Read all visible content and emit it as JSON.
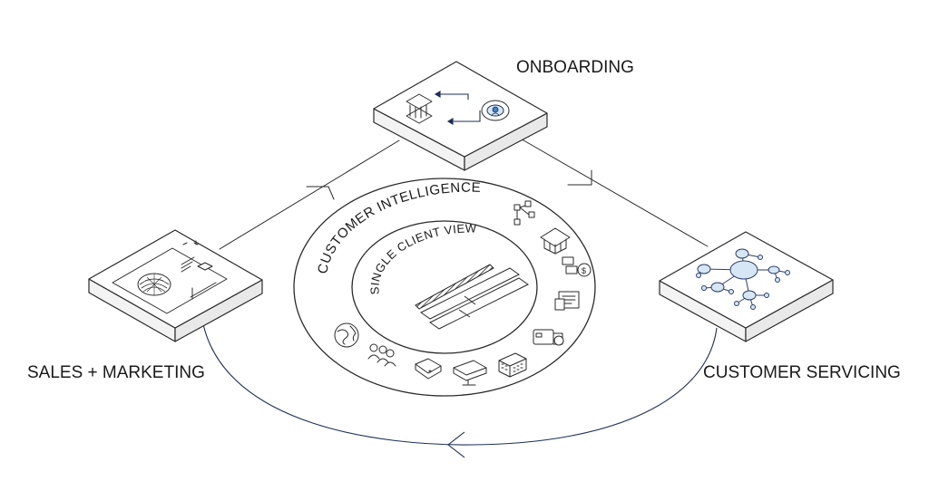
{
  "stages": {
    "onboarding": "ONBOARDING",
    "sales_marketing": "SALES + MARKETING",
    "customer_servicing": "CUSTOMER SERVICING"
  },
  "ring": {
    "outer_label": "CUSTOMER INTELLIGENCE",
    "inner_label": "SINGLE CLIENT VIEW"
  },
  "ring_icons": [
    "hierarchy-icon",
    "bank-house-icon",
    "money-exchange-icon",
    "document-icon",
    "payment-card-icon",
    "office-building-icon",
    "monitor-icon",
    "tablet-icon",
    "people-group-icon",
    "globe-icon"
  ],
  "colors": {
    "line": "#2a2a2a",
    "arrow_navy": "#1f2f5a",
    "accent_blue": "#3f7fc4",
    "light_blue": "#d6e6f5"
  }
}
